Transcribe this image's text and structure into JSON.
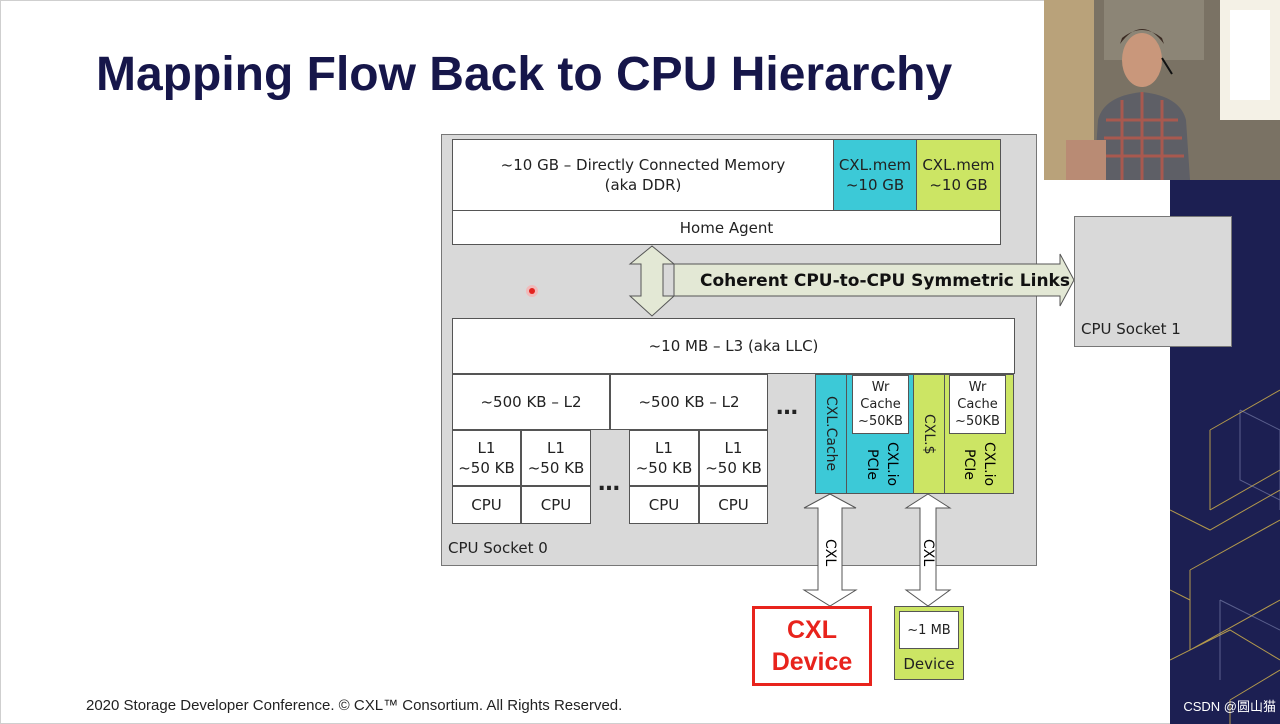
{
  "slide": {
    "title": "Mapping Flow Back to CPU Hierarchy",
    "footer": "2020 Storage Developer Conference. © CXL™ Consortium.  All Rights Reserved.",
    "watermark": "CSDN @圆山猫"
  },
  "diagram": {
    "memory": {
      "line1": "~10 GB – Directly Connected Memory",
      "line2": "(aka DDR)"
    },
    "cxl_mem_a": {
      "line1": "CXL.mem",
      "line2": "~10 GB"
    },
    "cxl_mem_b": {
      "line1": "CXL.mem",
      "line2": "~10 GB"
    },
    "home_agent": "Home Agent",
    "coherent_links": "Coherent CPU-to-CPU Symmetric Links",
    "cpu_socket_1": "CPU Socket 1",
    "cpu_socket_0": "CPU Socket 0",
    "l3": "~10 MB – L3 (aka LLC)",
    "l2_a": "~500 KB – L2",
    "l2_b": "~500 KB – L2",
    "l1": {
      "line1": "L1",
      "line2": "~50 KB"
    },
    "cpu": "CPU",
    "ellipsis": "…",
    "cxl_cache": "CXL.Cache",
    "wr_cache": {
      "line1": "Wr",
      "line2": "Cache",
      "line3": "~50KB"
    },
    "cxl_io": "CXL.io",
    "pcie": "PCIe",
    "cxl_dollar": "CXL.$",
    "link_label": "CXL",
    "cxl_device": {
      "line1": "CXL",
      "line2": "Device"
    },
    "small_device": {
      "mem": "~1 MB",
      "label": "Device"
    }
  },
  "colors": {
    "title": "#16164a",
    "cxl_cyan": "#3cc9d7",
    "cxl_lime": "#cce564",
    "device_red": "#e8231c",
    "socket_gray": "#d9d9d9",
    "arrow_fill": "#e3e8d5",
    "panel_navy": "#1c1f52"
  }
}
